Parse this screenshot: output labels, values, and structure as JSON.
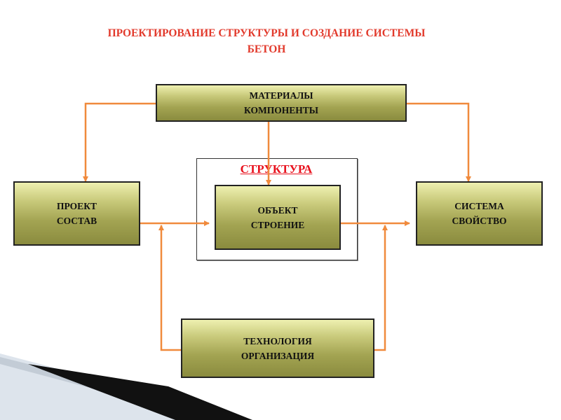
{
  "title": {
    "line1": "ПРОЕКТИРОВАНИЕ СТРУКТУРЫ  И СОЗДАНИЕ СИСТЕМЫ",
    "line2": "БЕТОН"
  },
  "structure_label": "СТРУКТУРА",
  "boxes": {
    "materials": {
      "line1": "МАТЕРИАЛЫ",
      "line2": "КОМПОНЕНТЫ"
    },
    "project": {
      "line1": "ПРОЕКТ",
      "line2": "СОСТАВ"
    },
    "object": {
      "line1": "ОБЪЕКТ",
      "line2": "СТРОЕНИЕ"
    },
    "system": {
      "line1": "СИСТЕМА",
      "line2": "СВОЙСТВО"
    },
    "technology": {
      "line1": "ТЕХНОЛОГИЯ",
      "line2": "ОРГАНИЗАЦИЯ"
    }
  },
  "colors": {
    "title_red": "#e23a2c",
    "structure_red": "#e8101c",
    "arrow_orange": "#f08a3c",
    "box_olive": "#a3a452"
  }
}
